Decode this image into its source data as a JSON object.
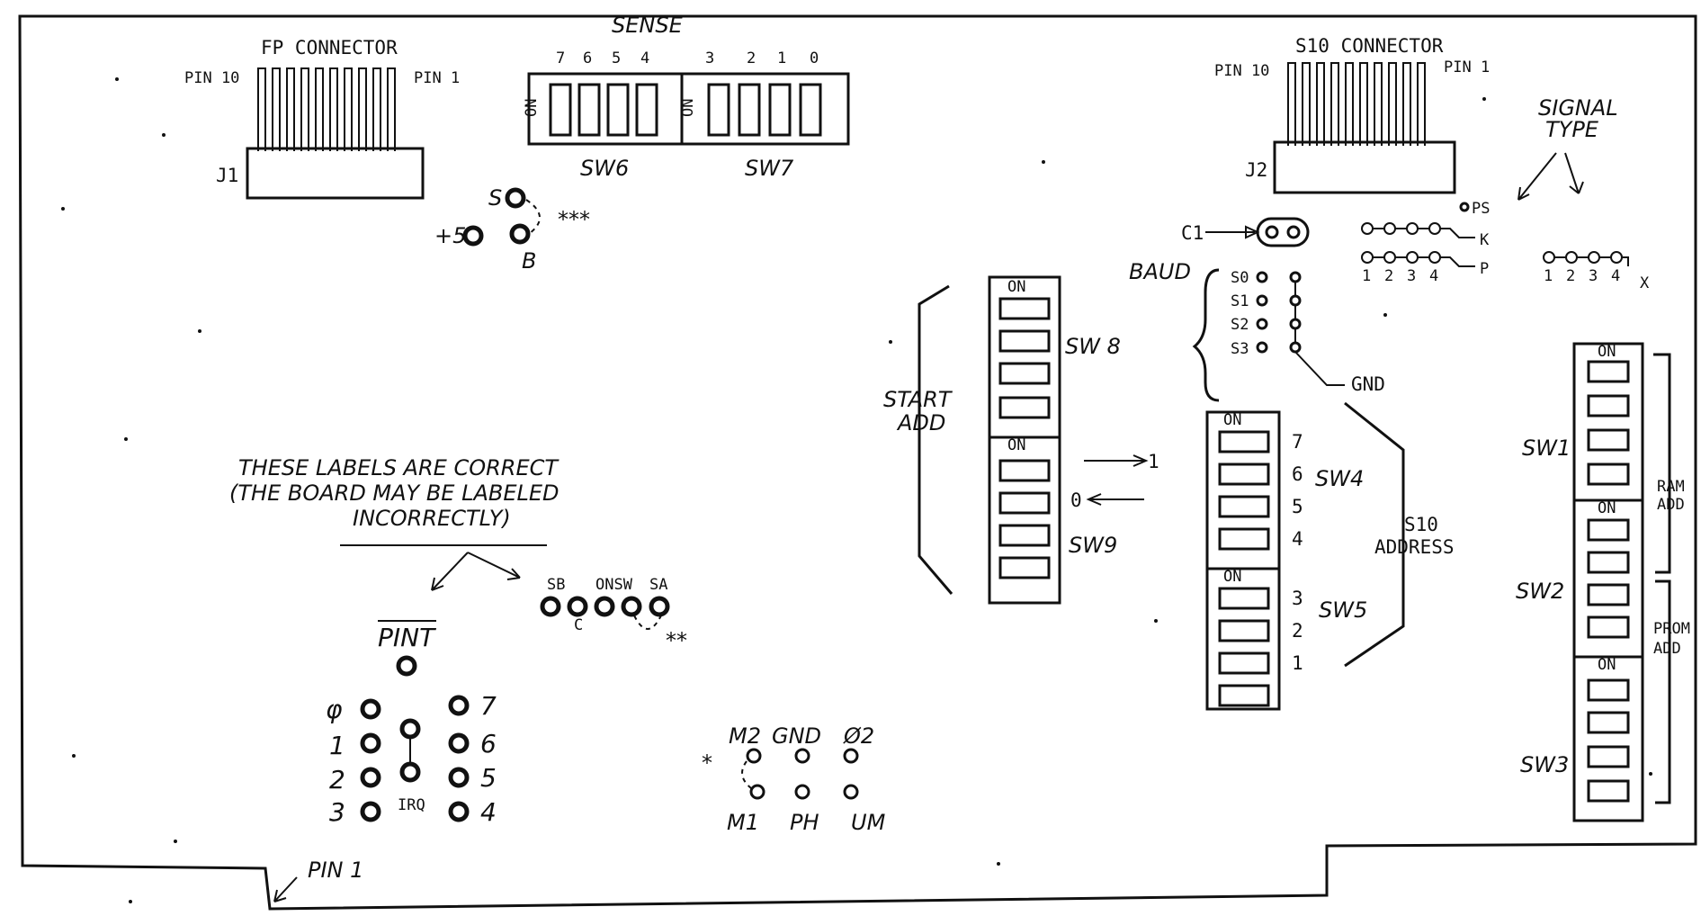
{
  "j1": {
    "title": "FP CONNECTOR",
    "pin_left": "PIN 10",
    "pin_right": "PIN 1",
    "ref": "J1"
  },
  "j2": {
    "title": "S10 CONNECTOR",
    "pin_left": "PIN 10",
    "pin_right": "PIN 1",
    "ref": "J2"
  },
  "sense": {
    "title": "SENSE",
    "on": "ON",
    "sw6_bits": [
      "7",
      "6",
      "5",
      "4"
    ],
    "sw7_bits": [
      "3",
      "2",
      "1",
      "0"
    ],
    "sw6_label": "SW6",
    "sw7_label": "SW7"
  },
  "jumper5v": {
    "s": "S",
    "plus5": "+5",
    "b": "B",
    "note": "***"
  },
  "c1": {
    "label": "C1"
  },
  "baud": {
    "title": "BAUD",
    "pins": [
      "S0",
      "S1",
      "S2",
      "S3"
    ],
    "gnd": "GND"
  },
  "signal_type": {
    "title_line1": "SIGNAL",
    "title_line2": "TYPE",
    "ps": "PS",
    "k": "K",
    "p": "P",
    "nums": [
      "1",
      "2",
      "3",
      "4"
    ],
    "x": "X"
  },
  "start_add": {
    "line1": "START",
    "line2": "ADD",
    "sw8": "SW 8",
    "sw9": "SW9",
    "one": "1",
    "zero": "0"
  },
  "s10_address": {
    "line1": "S10",
    "line2": "ADDRESS",
    "sw4": "SW4",
    "sw5": "SW5",
    "bits": [
      "7",
      "6",
      "5",
      "4",
      "3",
      "2",
      "1"
    ]
  },
  "ram_prom": {
    "sw1": "SW1",
    "sw2": "SW2",
    "sw3": "SW3",
    "ram1": "RAM",
    "ram2": "ADD",
    "prom1": "PROM",
    "prom2": "ADD"
  },
  "note": {
    "line1": "THESE LABELS ARE CORRECT",
    "line2": "(THE BOARD MAY BE LABELED",
    "line3": "INCORRECTLY)"
  },
  "jumper_row": {
    "sb": "SB",
    "onsw": "ONSW",
    "sa": "SA",
    "c": "C",
    "note": "**"
  },
  "pint": {
    "title": "PINT",
    "irq": "IRQ",
    "left": [
      "φ",
      "1",
      "2",
      "3"
    ],
    "right": [
      "7",
      "6",
      "5",
      "4"
    ]
  },
  "clock": {
    "m2": "M2",
    "gnd": "GND",
    "phi2": "Ø2",
    "m1": "M1",
    "ph": "PH",
    "um": "UM",
    "star": "*"
  },
  "pin1": "PIN 1"
}
